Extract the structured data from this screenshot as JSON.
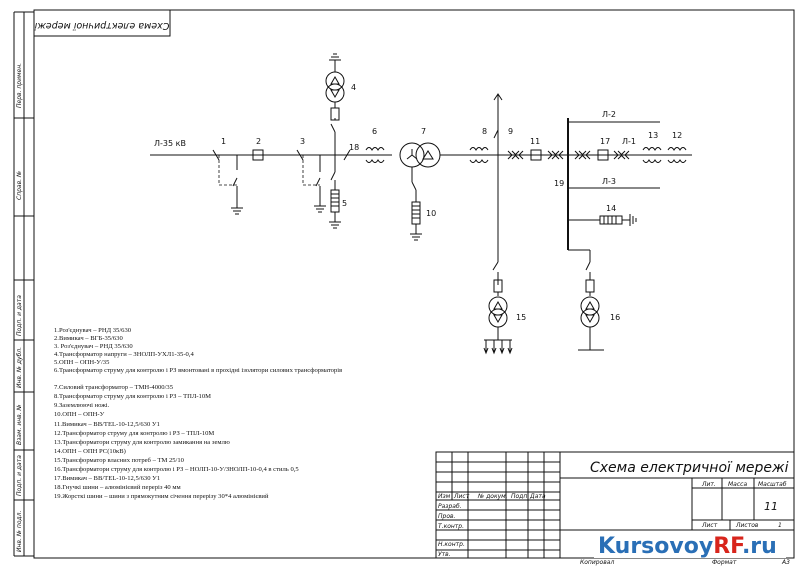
{
  "corner_stamp": "Схема електричної мережі",
  "side_labels": [
    "Перв. примен.",
    "Справ. №",
    "Подп. и дата",
    "Инв. № дубл.",
    "Взам. инв. №",
    "Подп. и дата",
    "Инв. № подл."
  ],
  "line_label": "Л-35 кВ",
  "nodes": [
    "1",
    "2",
    "3",
    "18",
    "4",
    "5",
    "6",
    "7",
    "10",
    "8",
    "9",
    "11",
    "19",
    "17",
    "Л-1",
    "13",
    "12",
    "Л-2",
    "Л-3",
    "14",
    "15",
    "16"
  ],
  "legend": [
    "1.Роз'єднувач – РНД 35/630",
    "2.Вимикач – ВГБ-35/630",
    "3. Роз'єднувач – РНД 35/630",
    "4.Трансформатор напруги – ЗНОЛП-УХЛ1-35-0,4",
    "5.ОПН – ОПН-У/35",
    "6.Трансформатор струму для контролю і РЗ вмонтовані в прохідні ізолятори силових трансформаторів",
    "7.Силовий трансформатор – ТМН-4000/35",
    "8.Трансформатор струму для контролю і РЗ – ТПЛ-10М",
    "9.Заземлюючі ножі.",
    "10.ОПН – ОПН-У",
    "11.Вимикач – ВВ/TEL-10-12,5/630 У1",
    "12.Трансформатор струму для контролю і РЗ – ТПЛ-10М",
    "13.Трансформатори струму для контролю замикання на землю",
    "14.ОПН – ОПН РС(10кВ)",
    "15.Трансформатор власних потреб – ТМ 25/10",
    "16.Трансформатори струму для контролю і РЗ – НОЛП-10-У/ЗНОЛП-10-0,4 в стиль 0,5",
    "17.Вимикач – ВВ/TEL-10-12,5/630 У1",
    "18.Гнучкі шини – алюмінієвий переріз 40 мм",
    "19.Жорсткі шини – шини з прямокутним січення перерізу 30*4 алюмінієвий"
  ],
  "title_block": {
    "title": "Схема електричної мережі",
    "headers": [
      "Изм",
      "Лист",
      "№ докум.",
      "Подп.",
      "Дата"
    ],
    "roles": [
      "Разраб.",
      "Пров.",
      "Т.контр.",
      "Н.контр.",
      "Утв."
    ],
    "lit_label": "Лит.",
    "mass_label": "Масса",
    "scale_label": "Масштаб",
    "number": "11",
    "sheet_label": "Лист",
    "sheets_label": "Листов",
    "sheets_value": "1",
    "copied": "Копировал",
    "format": "Формат",
    "format_value": "А3"
  },
  "watermark": {
    "name_part1": "Kursovoy",
    "name_part2": "RF",
    "name_part3": ".ru"
  }
}
